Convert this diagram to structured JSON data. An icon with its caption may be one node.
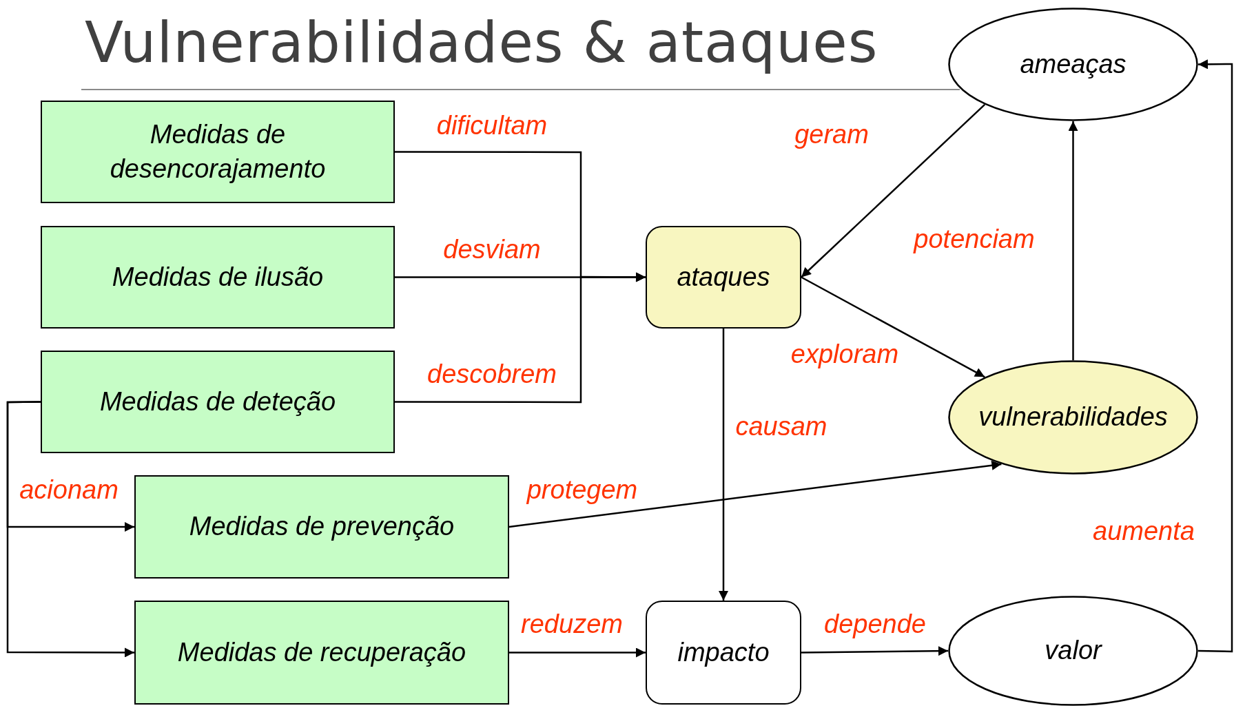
{
  "diagram": {
    "title": "Vulnerabilidades & ataques",
    "nodes": [
      {
        "text": [
          "Medidas de desencorajamento"
        ]
      },
      {
        "text": [
          "Medidas de ilusão"
        ]
      },
      {
        "text": [
          "Medidas de deteção"
        ]
      },
      {
        "text": [
          "Medidas de prevenção"
        ]
      },
      {
        "text": [
          "Medidas de recuperação"
        ]
      },
      {
        "text": [
          "ataques"
        ]
      },
      {
        "text": [
          "impacto"
        ]
      },
      {
        "text": [
          "ameaças"
        ]
      },
      {
        "text": [
          "vulnerabilidades"
        ]
      },
      {
        "text": [
          "valor"
        ]
      }
    ],
    "edges": [
      {
        "from": 0,
        "to": 5,
        "arrow": "to",
        "label": "dificultam"
      },
      {
        "from": 1,
        "to": 5,
        "arrow": "to",
        "label": "desviam"
      },
      {
        "from": 2,
        "to": 5,
        "arrow": "to",
        "label": "descobrem"
      },
      {
        "from": 2,
        "to": 3,
        "arrow": "to",
        "label": "acionam"
      },
      {
        "from": 2,
        "to": 4,
        "arrow": "to"
      },
      {
        "from": 3,
        "to": 8,
        "arrow": "to",
        "label": "protegem"
      },
      {
        "from": 4,
        "to": 6,
        "arrow": "to",
        "label": "reduzem"
      },
      {
        "from": 5,
        "to": 6,
        "arrow": "to",
        "label": "causam"
      },
      {
        "from": 6,
        "to": 9,
        "arrow": "to",
        "label": "depende"
      },
      {
        "from": 7,
        "to": 5,
        "arrow": "to",
        "label": "geram"
      },
      {
        "from": 5,
        "to": 8,
        "arrow": "to",
        "label": "exploram"
      },
      {
        "from": 8,
        "to": 7,
        "arrow": "to",
        "label": "potenciam"
      },
      {
        "from": 9,
        "to": 7,
        "arrow": "to",
        "label": "aumenta"
      }
    ]
  }
}
